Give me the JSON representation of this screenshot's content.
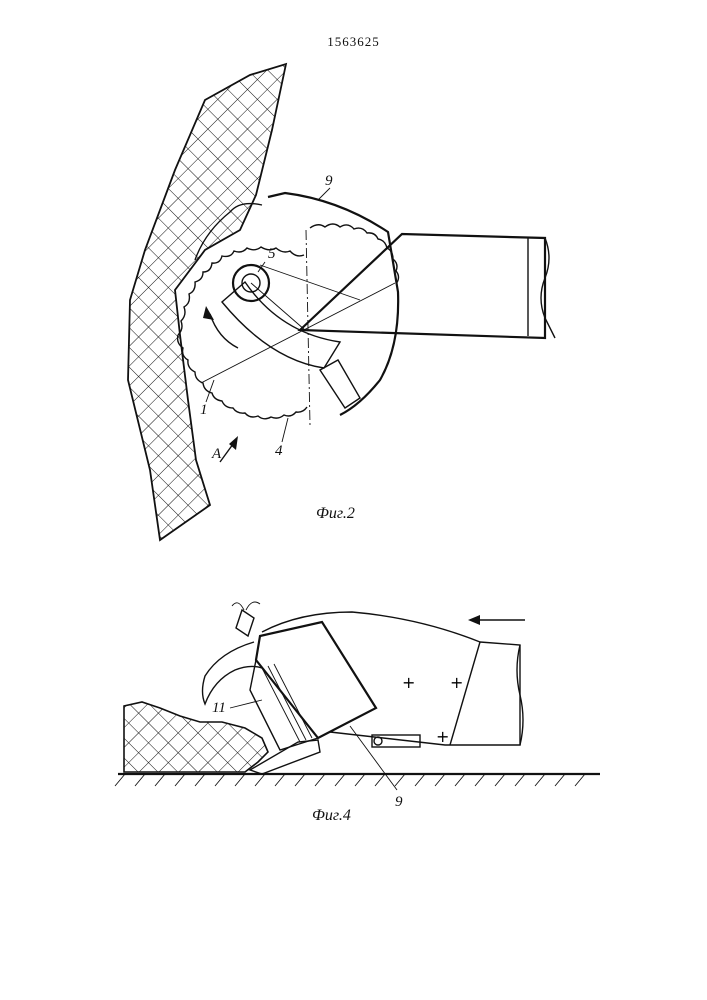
{
  "header": {
    "patent_number": "1563625"
  },
  "figure2": {
    "caption": "Фиг.2",
    "labels": {
      "l9": "9",
      "l5": "5",
      "l1": "1",
      "l4": "4",
      "lA": "A"
    }
  },
  "figure4": {
    "caption": "Фиг.4",
    "labels": {
      "l11": "11",
      "l9": "9"
    }
  }
}
